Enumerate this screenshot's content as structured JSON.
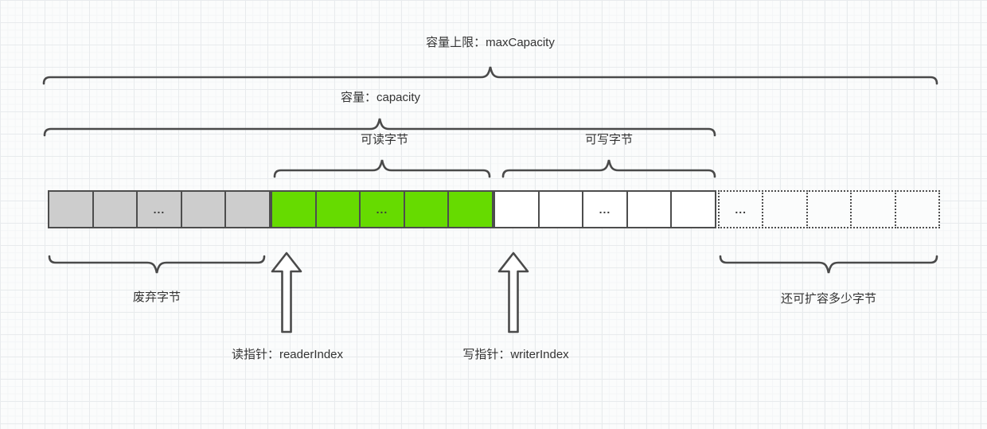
{
  "diagram": {
    "labels": {
      "max_capacity": "容量上限：maxCapacity",
      "capacity": "容量：capacity",
      "readable": "可读字节",
      "writable": "可写字节",
      "discarded": "废弃字节",
      "expandable": "还可扩容多少字节",
      "reader_index": "读指针：readerIndex",
      "writer_index": "写指针：writerIndex"
    },
    "cells": {
      "ellipsis": "...",
      "sections": [
        {
          "name": "discarded-bytes",
          "fill": "#cdcdcd",
          "border_style": "solid",
          "count": 5,
          "ellipsis_at": 2
        },
        {
          "name": "readable-bytes",
          "fill": "#66db00",
          "border_style": "solid",
          "count": 5,
          "ellipsis_at": 2
        },
        {
          "name": "writable-bytes",
          "fill": "#ffffff",
          "border_style": "solid",
          "count": 5,
          "ellipsis_at": 2
        },
        {
          "name": "expandable-bytes",
          "fill": "#fbfcfc",
          "border_style": "dotted",
          "count": 5,
          "ellipsis_at": 0
        }
      ]
    },
    "colors": {
      "stroke": "#4a4a4a",
      "arrow_fill": "#ffffff",
      "text": "#333333",
      "cell_border": "#4d4d4d",
      "readable_green": "#66db00",
      "discarded_gray": "#cdcdcd",
      "background": "#fbfcfc"
    }
  }
}
